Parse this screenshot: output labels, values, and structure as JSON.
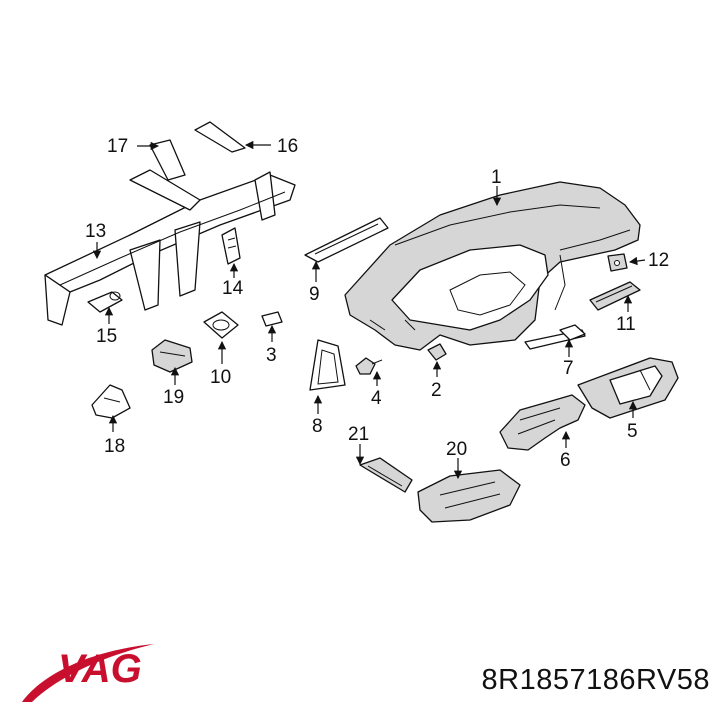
{
  "brand": {
    "name": "VAG",
    "color": "#c8102e",
    "swoosh_color": "#c8102e"
  },
  "part_number": "8R1857186RV58",
  "callouts": [
    "1",
    "2",
    "3",
    "4",
    "5",
    "6",
    "7",
    "8",
    "9",
    "10",
    "11",
    "12",
    "13",
    "14",
    "15",
    "16",
    "17",
    "18",
    "19",
    "20",
    "21"
  ],
  "colors": {
    "line": "#111111",
    "fill_dark": "#d6d6d6",
    "background": "#ffffff"
  }
}
